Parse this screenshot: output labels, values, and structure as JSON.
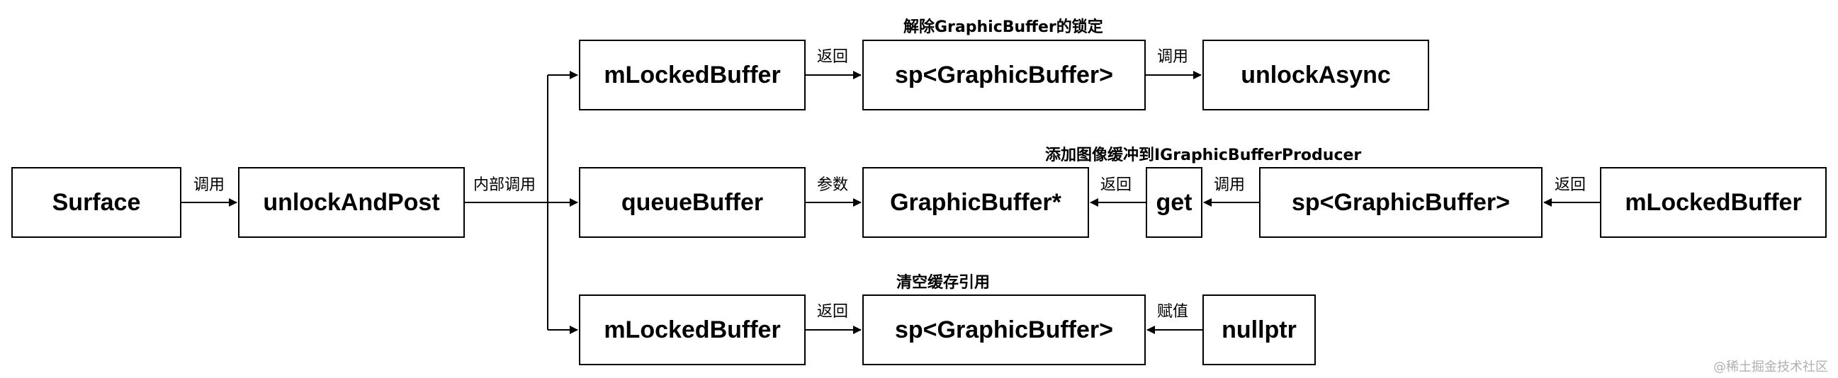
{
  "nodes": {
    "surface": "Surface",
    "unlock_and_post": "unlockAndPost",
    "locked_buffer_top": "mLockedBuffer",
    "sp_graphic_buffer_top": "sp<GraphicBuffer>",
    "unlock_async": "unlockAsync",
    "queue_buffer": "queueBuffer",
    "graphic_buffer_ptr": "GraphicBuffer*",
    "get": "get",
    "sp_graphic_buffer_mid": "sp<GraphicBuffer>",
    "locked_buffer_right": "mLockedBuffer",
    "locked_buffer_bottom": "mLockedBuffer",
    "sp_graphic_buffer_bottom": "sp<GraphicBuffer>",
    "nullptr": "nullptr"
  },
  "edge_labels": {
    "call_1": "调用",
    "internal_call": "内部调用",
    "return_top": "返回",
    "call_top": "调用",
    "param": "参数",
    "return_mid_1": "返回",
    "call_mid": "调用",
    "return_mid_2": "返回",
    "return_bottom": "返回",
    "assign": "赋值"
  },
  "annotations": {
    "top": "解除GraphicBuffer的锁定",
    "middle": "添加图像缓冲到IGraphicBufferProducer",
    "bottom": "清空缓存引用"
  },
  "watermark": "@稀土掘金技术社区"
}
